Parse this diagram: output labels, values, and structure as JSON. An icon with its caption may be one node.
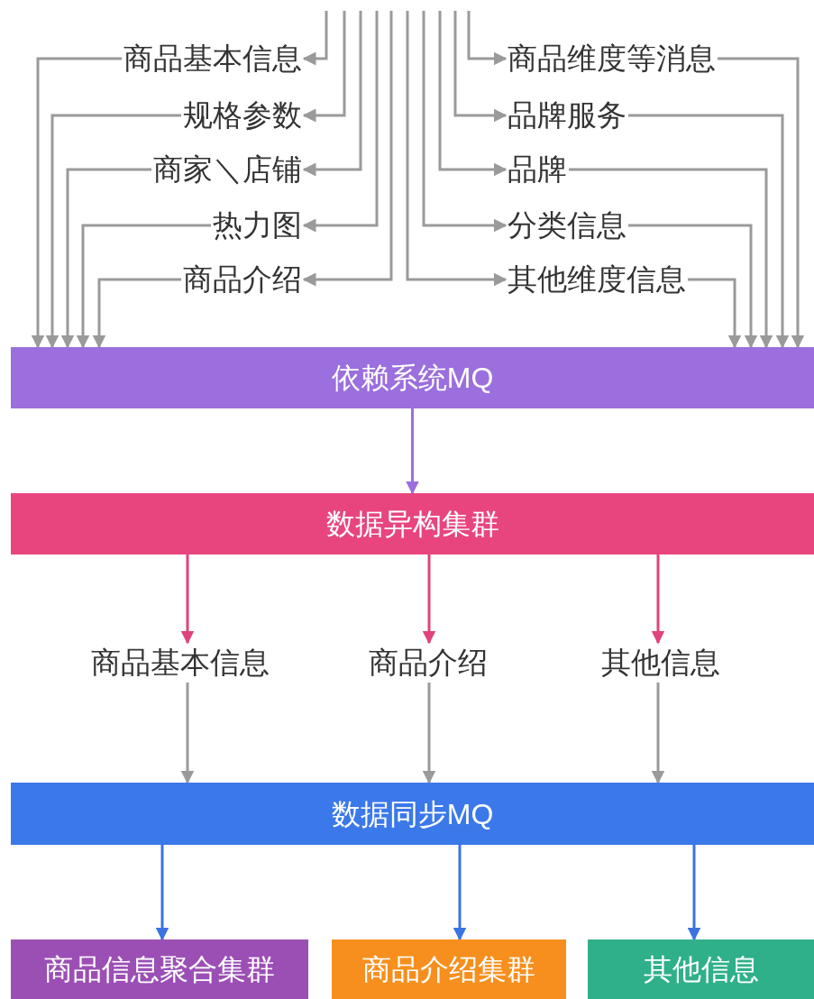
{
  "diagram": {
    "nodes": [
      {
        "text": [
          "商品基本信息"
        ]
      },
      {
        "text": [
          "规格参数"
        ]
      },
      {
        "text": [
          "商家＼店铺"
        ]
      },
      {
        "text": [
          "热力图"
        ]
      },
      {
        "text": [
          "商品介绍"
        ]
      },
      {
        "text": [
          "商品维度等消息"
        ]
      },
      {
        "text": [
          "品牌服务"
        ]
      },
      {
        "text": [
          "品牌"
        ]
      },
      {
        "text": [
          "分类信息"
        ]
      },
      {
        "text": [
          "其他维度信息"
        ]
      },
      {
        "text": [
          "依赖系统MQ"
        ]
      },
      {
        "text": [
          "数据异构集群"
        ]
      },
      {
        "text": [
          "商品基本信息"
        ]
      },
      {
        "text": [
          "商品介绍"
        ]
      },
      {
        "text": [
          "其他信息"
        ]
      },
      {
        "text": [
          "数据同步MQ"
        ]
      },
      {
        "text": [
          "商品信息聚合集群"
        ]
      },
      {
        "text": [
          "商品介绍集群"
        ]
      },
      {
        "text": [
          "其他信息"
        ]
      }
    ],
    "edges": [
      {
        "from": null,
        "to": 0,
        "arrow": "to"
      },
      {
        "from": null,
        "to": 1,
        "arrow": "to"
      },
      {
        "from": null,
        "to": 2,
        "arrow": "to"
      },
      {
        "from": null,
        "to": 3,
        "arrow": "to"
      },
      {
        "from": null,
        "to": 4,
        "arrow": "to"
      },
      {
        "from": null,
        "to": 5,
        "arrow": "to"
      },
      {
        "from": null,
        "to": 6,
        "arrow": "to"
      },
      {
        "from": null,
        "to": 7,
        "arrow": "to"
      },
      {
        "from": null,
        "to": 8,
        "arrow": "to"
      },
      {
        "from": null,
        "to": 9,
        "arrow": "to"
      },
      {
        "from": 0,
        "to": 10,
        "arrow": "to"
      },
      {
        "from": 1,
        "to": 10,
        "arrow": "to"
      },
      {
        "from": 2,
        "to": 10,
        "arrow": "to"
      },
      {
        "from": 3,
        "to": 10,
        "arrow": "to"
      },
      {
        "from": 4,
        "to": 10,
        "arrow": "to"
      },
      {
        "from": 5,
        "to": 10,
        "arrow": "to"
      },
      {
        "from": 6,
        "to": 10,
        "arrow": "to"
      },
      {
        "from": 7,
        "to": 10,
        "arrow": "to"
      },
      {
        "from": 8,
        "to": 10,
        "arrow": "to"
      },
      {
        "from": 9,
        "to": 10,
        "arrow": "to"
      },
      {
        "from": 10,
        "to": 11,
        "arrow": "to",
        "color": "#9b6fdd"
      },
      {
        "from": 11,
        "to": 12,
        "arrow": "to",
        "color": "#e0437c"
      },
      {
        "from": 11,
        "to": 13,
        "arrow": "to",
        "color": "#e0437c"
      },
      {
        "from": 11,
        "to": 14,
        "arrow": "to",
        "color": "#e0437c"
      },
      {
        "from": 12,
        "to": 15,
        "arrow": "to"
      },
      {
        "from": 13,
        "to": 15,
        "arrow": "to"
      },
      {
        "from": 14,
        "to": 15,
        "arrow": "to"
      },
      {
        "from": 15,
        "to": 16,
        "arrow": "to",
        "color": "#3b73e0"
      },
      {
        "from": 15,
        "to": 17,
        "arrow": "to",
        "color": "#3b73e0"
      },
      {
        "from": 15,
        "to": 18,
        "arrow": "to",
        "color": "#3b73e0"
      }
    ]
  }
}
